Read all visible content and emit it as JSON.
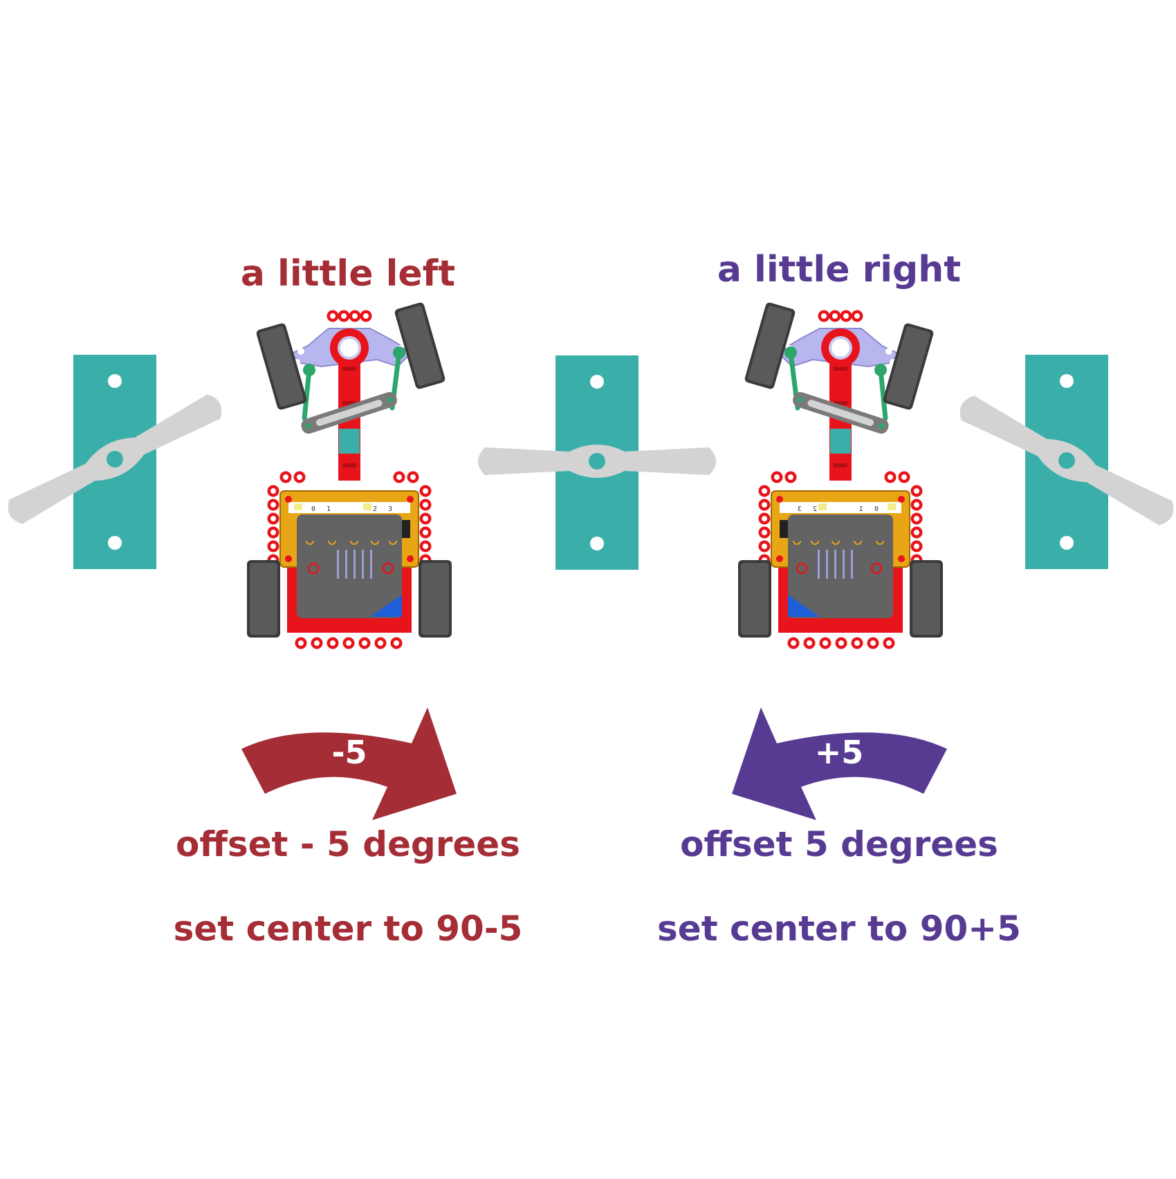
{
  "colors": {
    "left_accent": "#a52d36",
    "right_accent": "#573a92",
    "servo_body": "#3aafa9",
    "servo_horn": "#d3d3d3",
    "robot_frame": "#e8141b",
    "wheel": "#555555",
    "board": "#636363",
    "board_edge": "#e8a515"
  },
  "left": {
    "title": "a little left",
    "arrow_label": "-5",
    "offset_text": "offset - 5 degrees",
    "center_text": "set center to 90-5"
  },
  "right": {
    "title": "a little right",
    "arrow_label": "+5",
    "offset_text": "offset 5 degrees",
    "center_text": "set center to 90+5"
  },
  "board_pins": [
    "0",
    "1",
    "2",
    "3"
  ],
  "icons": [
    "servo-icon",
    "servo-horn-icon",
    "robot-car-icon",
    "curved-arrow-icon"
  ]
}
